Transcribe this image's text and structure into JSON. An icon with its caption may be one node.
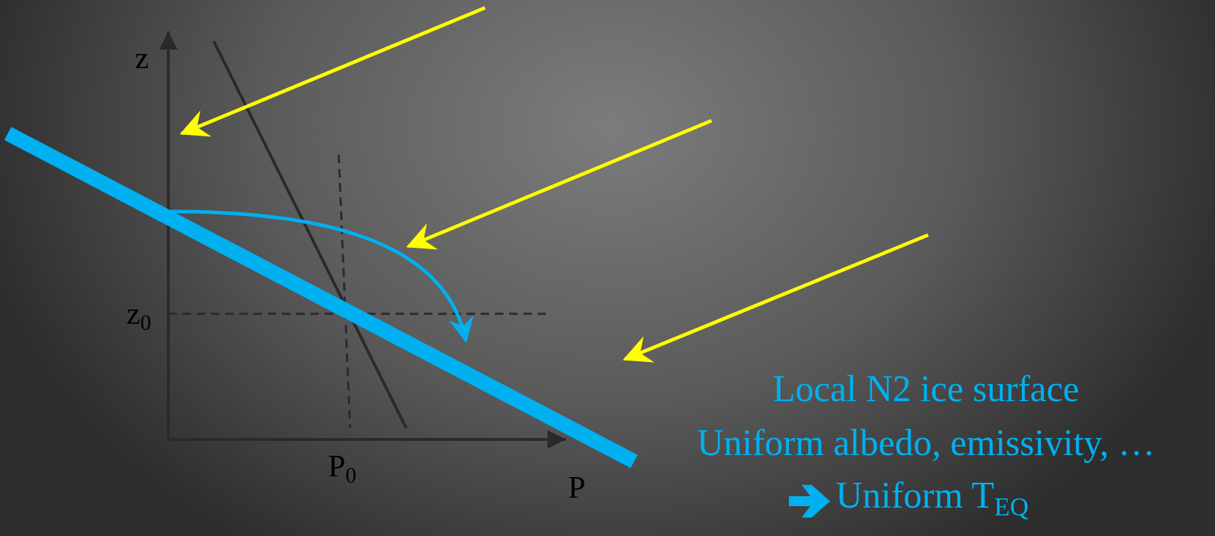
{
  "diagram": {
    "labels": [
      "z",
      "z$_{0}$",
      "P$_{0}$",
      "P",
      "Local N2 ice surface",
      "Uniform albedo, emissivity, …",
      "Uniform T$_{EQ}$"
    ]
  }
}
